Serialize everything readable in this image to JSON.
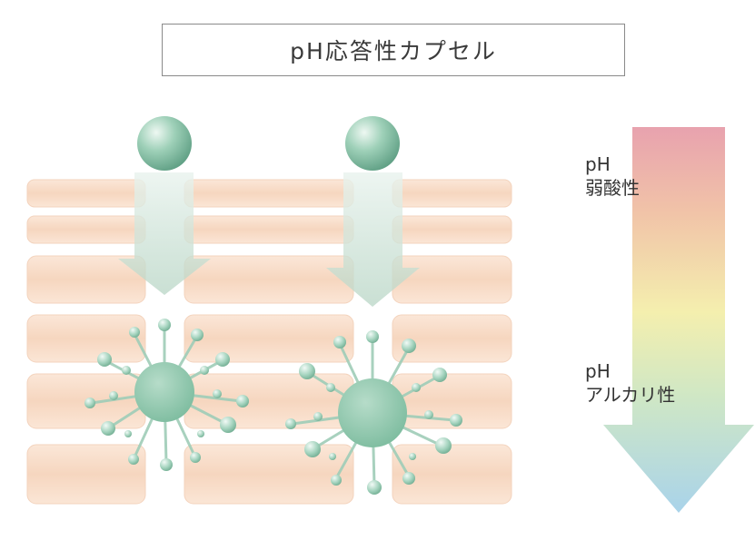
{
  "title": "pH応答性カプセル",
  "scale": {
    "top": {
      "ph": "pH",
      "label": "弱酸性"
    },
    "bottom": {
      "ph": "pH",
      "label": "アルカリ性"
    }
  },
  "colors": {
    "cell": "#f7dcc6",
    "capsule": "#8fc9ae",
    "arrow_top": "#e8a2ae",
    "arrow_mid": "#f3ecaa",
    "arrow_bottom": "#a9d3e8"
  }
}
